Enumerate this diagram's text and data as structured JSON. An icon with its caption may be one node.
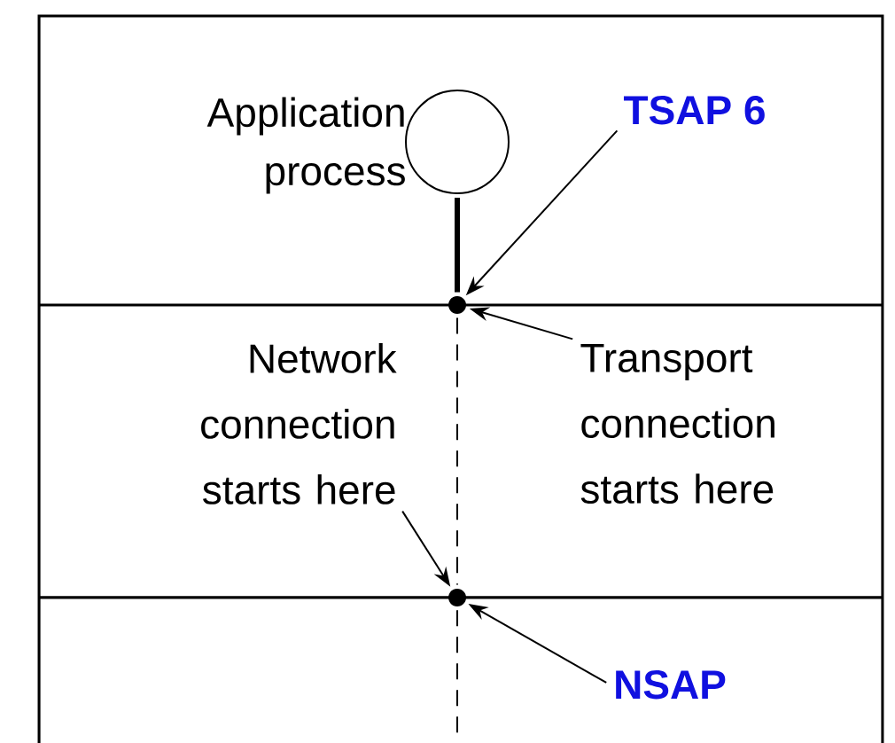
{
  "diagram": {
    "nodes": [
      {
        "text": [],
        "shape": "circle",
        "beside": [
          "Application process"
        ]
      },
      {
        "text": [],
        "shape": "circle"
      },
      {
        "text": [],
        "shape": "circle"
      },
      {
        "text": [
          "TSAP 6"
        ]
      },
      {
        "text": [
          "Transport connection starts here"
        ]
      },
      {
        "text": [
          "Network connection starts here"
        ]
      },
      {
        "text": [
          "NSAP"
        ]
      }
    ],
    "edges": [
      {
        "from": 0,
        "to": 1,
        "arrow": "none",
        "style": "thick"
      },
      {
        "from": 3,
        "to": 1,
        "arrow": "to"
      },
      {
        "from": 4,
        "to": 1,
        "arrow": "to"
      },
      {
        "from": 1,
        "to": 2,
        "arrow": "none",
        "style": "dashed"
      },
      {
        "from": 5,
        "to": 2,
        "arrow": "to"
      },
      {
        "from": 6,
        "to": 2,
        "arrow": "to"
      },
      {
        "from": 2,
        "to": null,
        "arrow": "none",
        "style": "dashed"
      }
    ]
  }
}
